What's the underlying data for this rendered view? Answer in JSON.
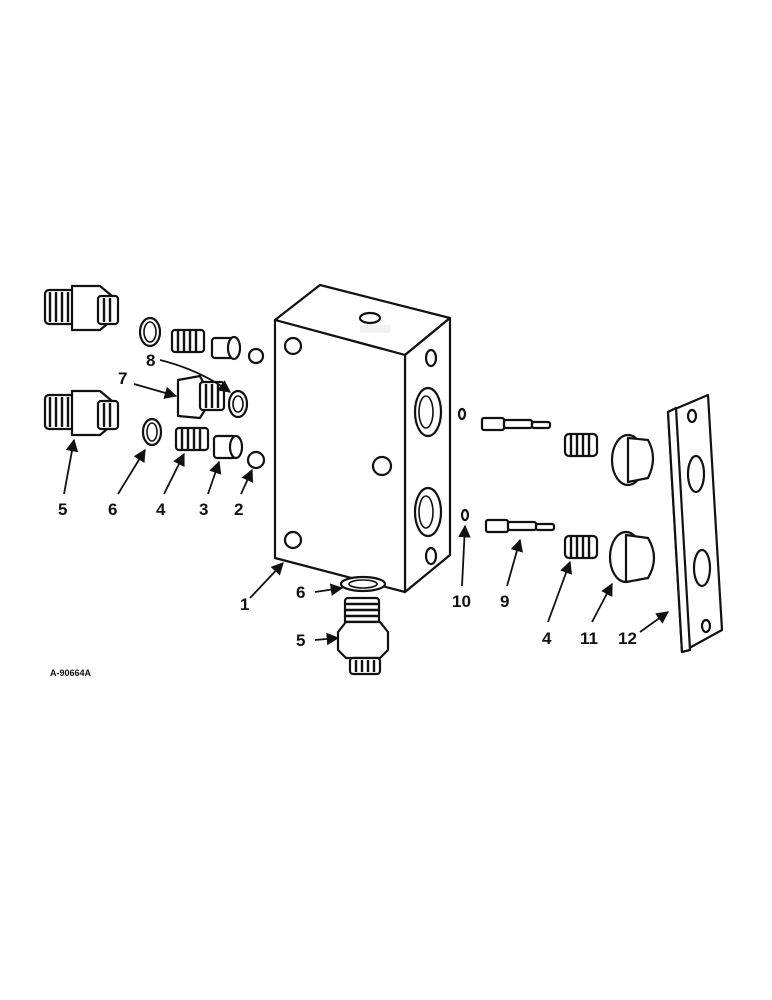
{
  "reference_code": "A-90664A",
  "callouts": {
    "n1": "1",
    "n2": "2",
    "n3": "3",
    "n4_left": "4",
    "n4_right": "4",
    "n5_left": "5",
    "n5_bottom": "5",
    "n6_left": "6",
    "n6_bottom": "6",
    "n7": "7",
    "n8": "8",
    "n9": "9",
    "n10": "10",
    "n11": "11",
    "n12": "12"
  },
  "colors": {
    "ink": "#111111",
    "paper": "#ffffff"
  }
}
